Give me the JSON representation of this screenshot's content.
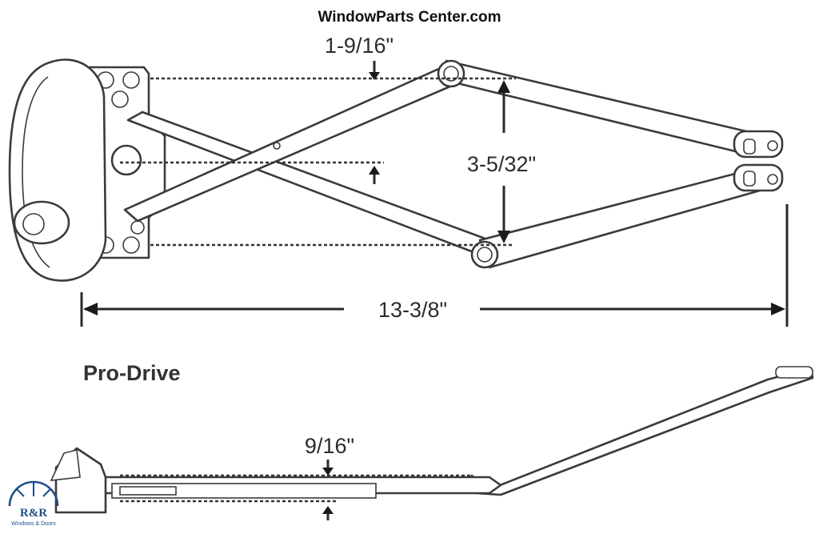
{
  "header": {
    "site_name": "WindowParts Center.com"
  },
  "dimensions": {
    "offset_top": "1-9/16\"",
    "arm_height": "3-5/32\"",
    "overall_length": "13-3/8\"",
    "side_height": "9/16\""
  },
  "labels": {
    "model_name": "Pro-Drive"
  },
  "logo": {
    "mark": "R&R",
    "tagline": "Windows & Doors",
    "color": "#1f4e8c"
  },
  "icons": {
    "logo": "window-arch-icon"
  }
}
